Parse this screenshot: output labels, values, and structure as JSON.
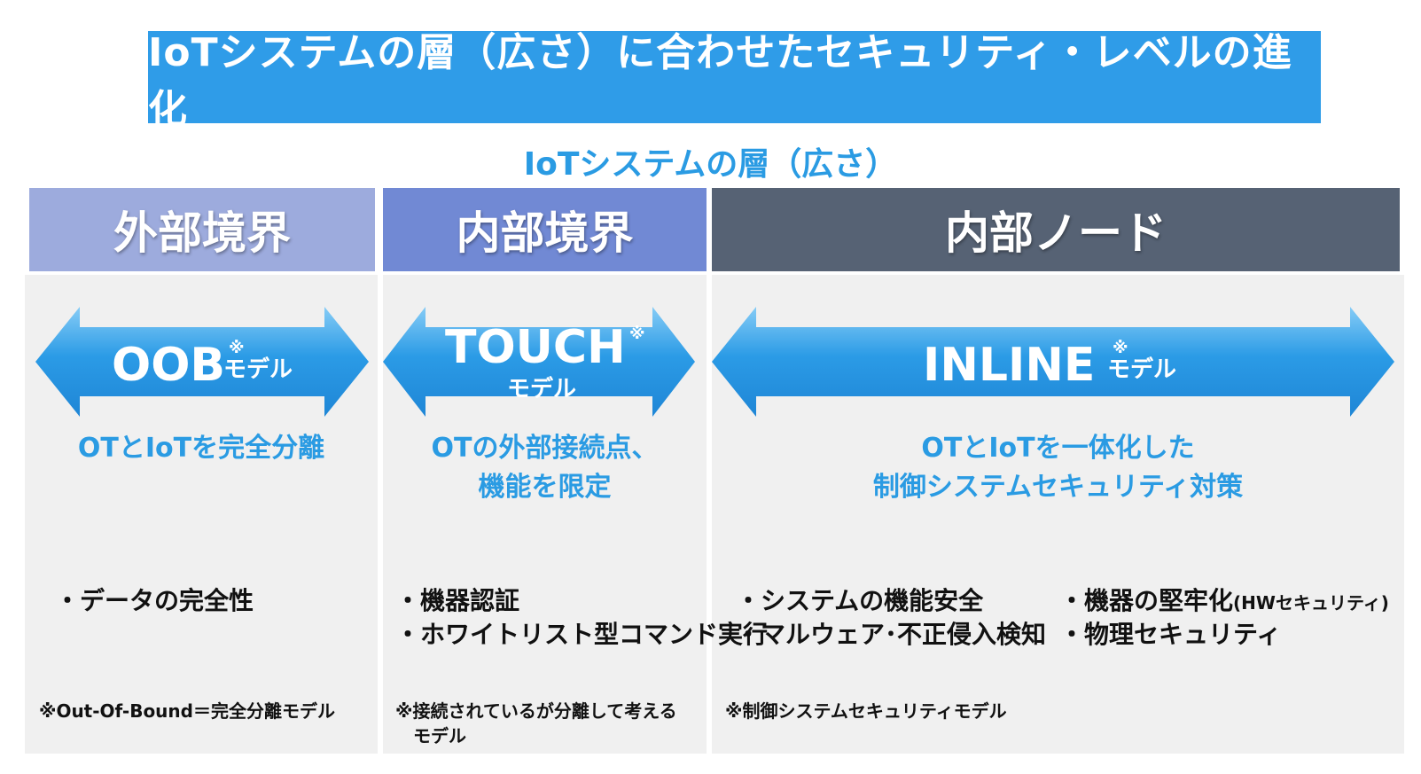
{
  "title": "IoTシステムの層（広さ）に合わせたセキュリティ・レベルの進化",
  "subtitle": "IoTシステムの層（広さ）",
  "colors": {
    "title_bg": "#2f9ce8",
    "accent_text": "#2a9be3",
    "header_outer": "#9dabdd",
    "header_inner": "#7189d4",
    "header_node": "#566274",
    "panel_bg": "#f0f0f0"
  },
  "columns": [
    {
      "header": "外部境界",
      "model_name": "OOB",
      "model_mark": "※",
      "model_suffix": "モデル",
      "description": [
        "OTとIoTを完全分離"
      ],
      "bullets": [
        "・データの完全性"
      ],
      "note": [
        "※Out-Of-Bound＝完全分離モデル"
      ]
    },
    {
      "header": "内部境界",
      "model_name": "TOUCH",
      "model_mark": "※",
      "model_suffix": "モデル",
      "description": [
        "OTの外部接続点、",
        "機能を限定"
      ],
      "bullets": [
        "・機器認証",
        "・ホワイトリスト型コマンド実行"
      ],
      "note": [
        "※接続されているが分離して考える",
        "モデル"
      ]
    },
    {
      "header": "内部ノード",
      "model_name": "INLINE",
      "model_mark": "※",
      "model_suffix": "モデル",
      "description": [
        "OTとIoTを一体化した",
        "制御システムセキュリティ対策"
      ],
      "bullets_left": [
        "・システムの機能安全",
        "・マルウェア･不正侵入検知"
      ],
      "bullets_right_1_main": "・機器の堅牢化",
      "bullets_right_1_small": "(HWセキュリティ)",
      "bullets_right_2": "・物理セキュリティ",
      "note": [
        "※制御システムセキュリティモデル"
      ]
    }
  ]
}
